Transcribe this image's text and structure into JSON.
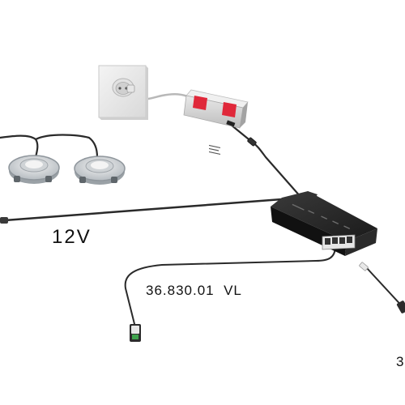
{
  "diagram": {
    "voltage_label": "12V",
    "module_label": "36.830.01  VL",
    "partial_label_right": "3",
    "components": [
      {
        "type": "wall-socket-icon"
      },
      {
        "type": "power-adapter"
      },
      {
        "type": "recessed-spotlight"
      },
      {
        "type": "recessed-spotlight"
      },
      {
        "type": "control-module"
      },
      {
        "type": "connector-plug"
      },
      {
        "type": "connector-plug"
      }
    ],
    "colors": {
      "cable": "#2a2a2a",
      "adapter_accent": "#e0283a",
      "module_body": "#1f1f1f",
      "spot_rim": "#8f969c"
    }
  }
}
